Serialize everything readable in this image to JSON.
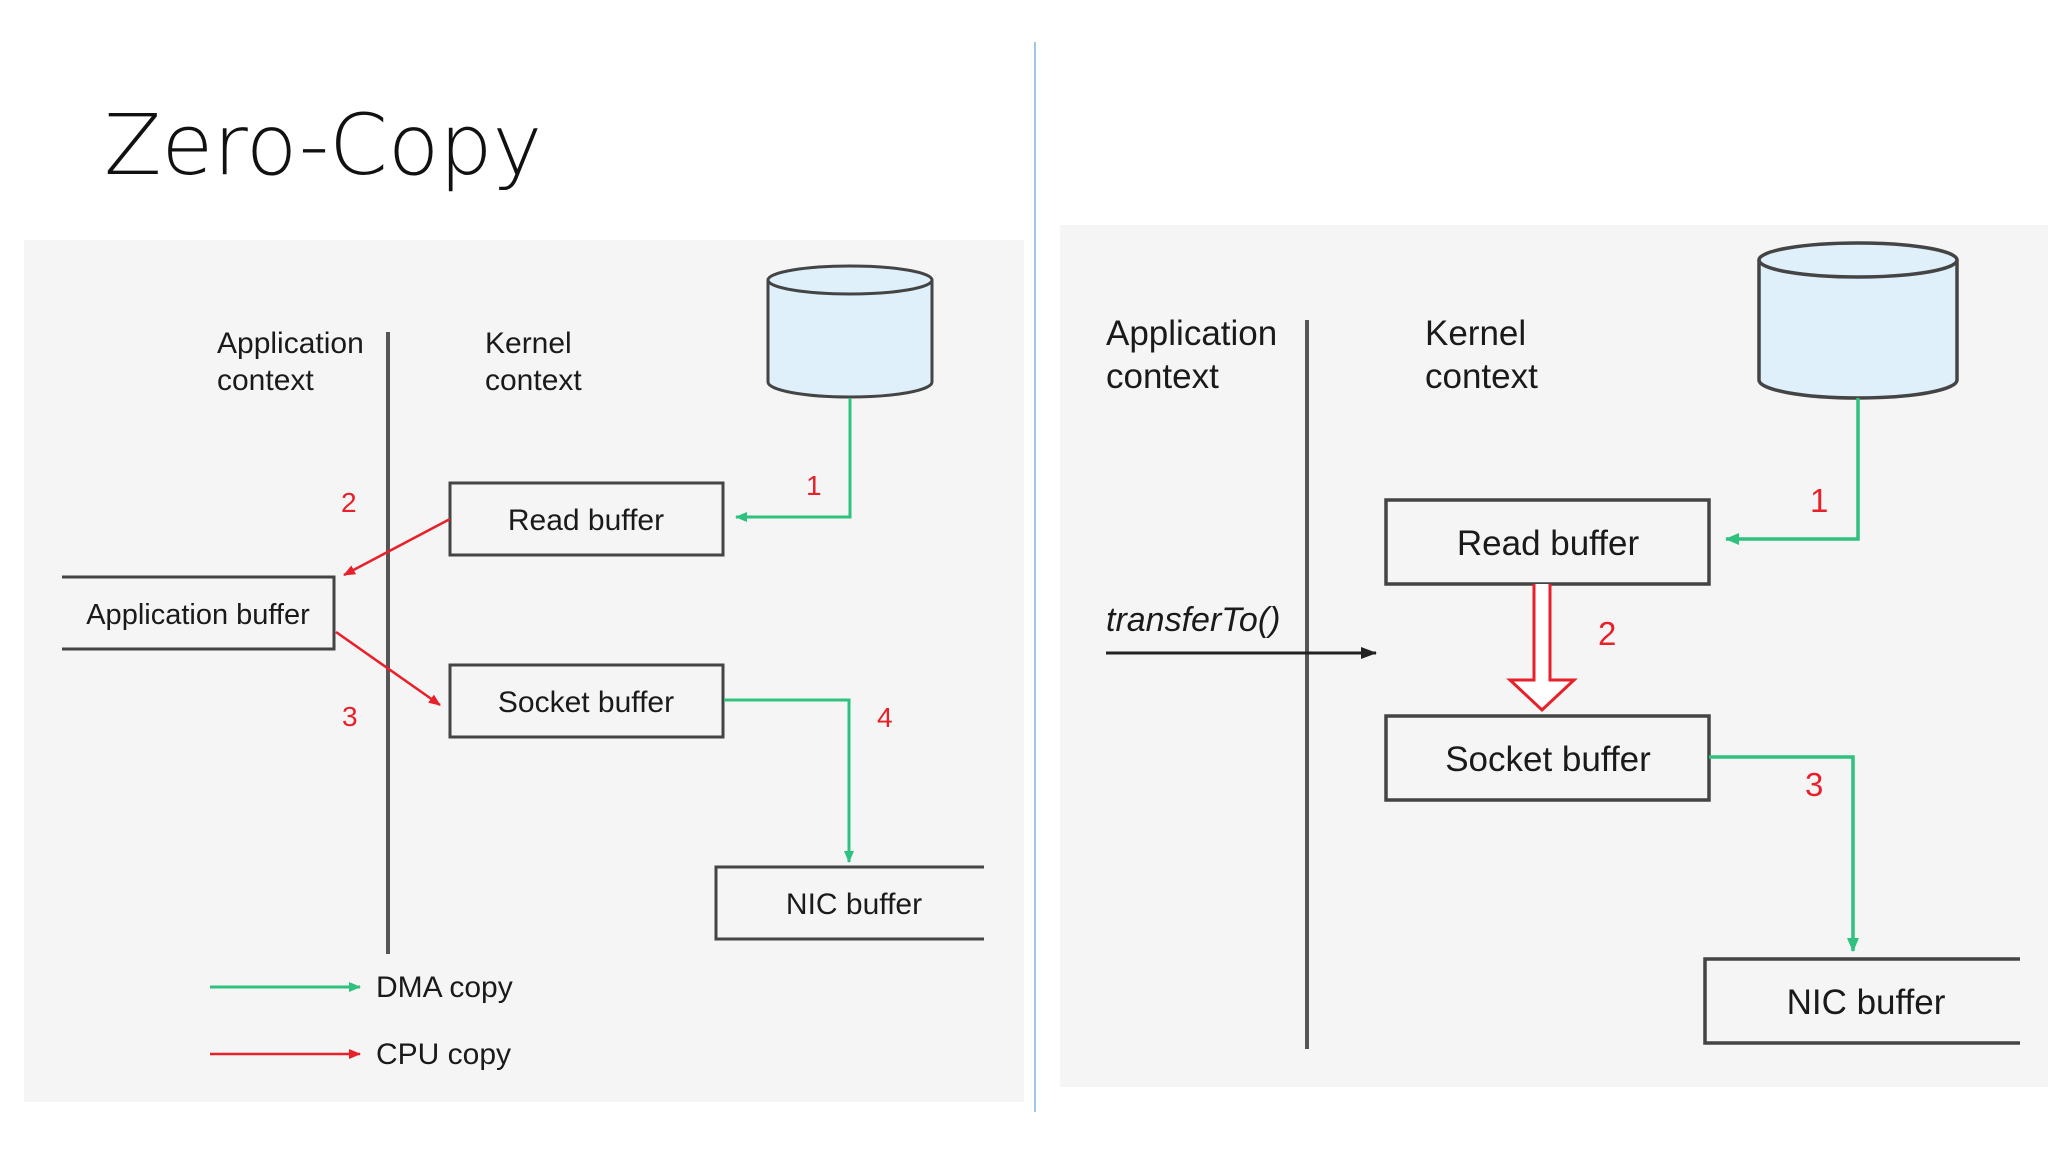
{
  "title": "Zero-Copy",
  "colors": {
    "dma": "#2ec27e",
    "cpu": "#e8202a",
    "disk_fill": "#dff0fa",
    "line": "#444444"
  },
  "left": {
    "app_context": [
      "Application",
      "context"
    ],
    "kernel_context": [
      "Kernel",
      "context"
    ],
    "read_buffer": "Read buffer",
    "application_buffer": "Application buffer",
    "socket_buffer": "Socket buffer",
    "nic_buffer": "NIC buffer",
    "step_labels": [
      "1",
      "2",
      "3",
      "4"
    ],
    "legend": {
      "dma": "DMA copy",
      "cpu": "CPU copy"
    }
  },
  "right": {
    "app_context": [
      "Application",
      "context"
    ],
    "kernel_context": [
      "Kernel",
      "context"
    ],
    "transfer_call": "transferTo()",
    "read_buffer": "Read buffer",
    "socket_buffer": "Socket buffer",
    "nic_buffer": "NIC buffer",
    "step_labels": [
      "1",
      "2",
      "3"
    ]
  }
}
